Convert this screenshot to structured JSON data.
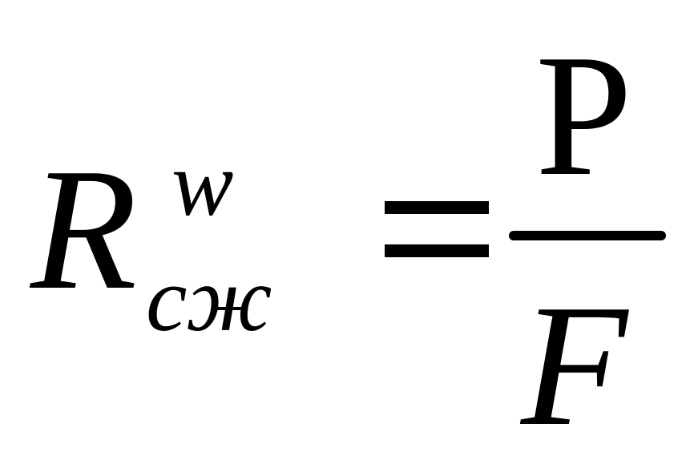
{
  "formula": {
    "main_symbol": "R",
    "superscript": "w",
    "subscript": "сж",
    "equals": "=",
    "numerator": "P",
    "denominator": "F"
  }
}
